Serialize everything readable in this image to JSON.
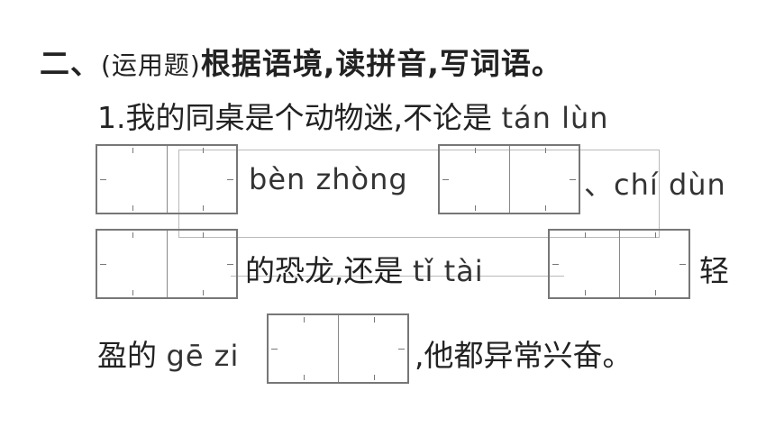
{
  "question": {
    "number": "二、",
    "tag": "(运用题)",
    "instruction": "根据语境,读拼音,写词语。"
  },
  "item": {
    "number": "1.",
    "line1_text": "我的同桌是个动物迷,不论是",
    "line1_pinyin": "tán lùn",
    "line2_pinyin_a": "bèn zhòng",
    "line2_pinyin_b": "、chí dùn",
    "line3_text_a": "的恐龙,还是",
    "line3_pinyin": "tǐ tài",
    "line3_text_b": "轻",
    "line4_text_a": "盈的",
    "line4_pinyin": "gē zi",
    "line4_text_b": ",他都异常兴奋。"
  }
}
